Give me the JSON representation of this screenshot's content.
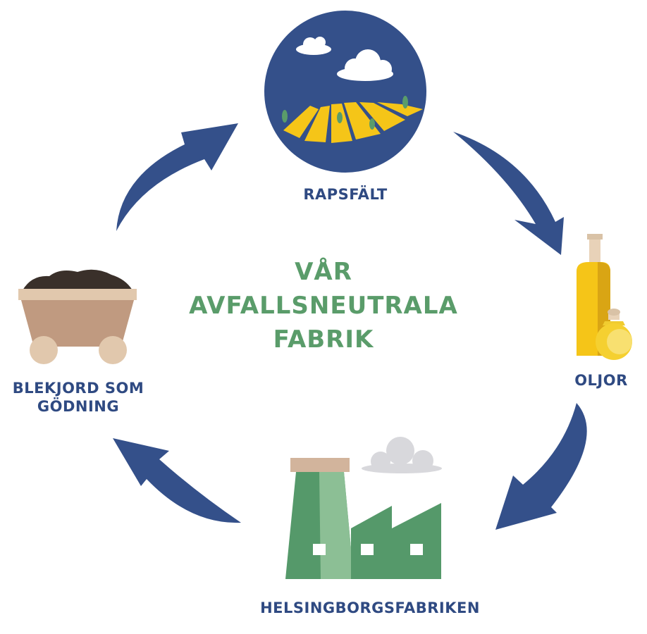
{
  "title_lines": [
    "VÅR",
    "AVFALLSNEUTRALA",
    "FABRIK"
  ],
  "nodes": {
    "field": "RAPSFÄLT",
    "oils": "OLJOR",
    "factory": "HELSINGBORGSFABRIKEN",
    "soil_line1": "BLEKJORD SOM",
    "soil_line2": "GÖDNING"
  },
  "colors": {
    "arrow": "#34508a",
    "label": "#2f4a82",
    "title": "#5a9c6a",
    "field_bg": "#34508a",
    "field_stripe": "#f5c518",
    "factory_green": "#55996a",
    "factory_light": "#8cbf95",
    "soil": "#3a302a",
    "cart": "#c09a80",
    "oil": "#f5c518"
  }
}
